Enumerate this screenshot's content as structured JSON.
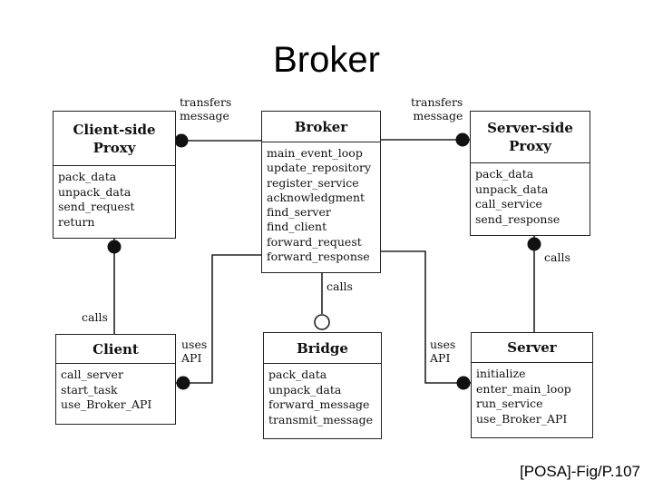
{
  "title": "Broker",
  "caption": "[POSA]-Fig/P.107",
  "classes": {
    "client_proxy": {
      "name_line1": "Client-side",
      "name_line2": "Proxy",
      "methods": [
        "pack_data",
        "unpack_data",
        "send_request",
        "return"
      ]
    },
    "broker": {
      "name": "Broker",
      "methods": [
        "main_event_loop",
        "update_repository",
        "register_service",
        "acknowledgment",
        "find_server",
        "find_client",
        "forward_request",
        "forward_response"
      ]
    },
    "server_proxy": {
      "name_line1": "Server-side",
      "name_line2": "Proxy",
      "methods": [
        "pack_data",
        "unpack_data",
        "call_service",
        "send_response"
      ]
    },
    "client": {
      "name": "Client",
      "methods": [
        "call_server",
        "start_task",
        "use_Broker_API"
      ]
    },
    "bridge": {
      "name": "Bridge",
      "methods": [
        "pack_data",
        "unpack_data",
        "forward_message",
        "transmit_message"
      ]
    },
    "server": {
      "name": "Server",
      "methods": [
        "initialize",
        "enter_main_loop",
        "run_service",
        "use_Broker_API"
      ]
    }
  },
  "relations": {
    "client_proxy_broker": {
      "line1": "transfers",
      "line2": "message"
    },
    "broker_server_proxy": {
      "line1": "transfers",
      "line2": "message"
    },
    "client_client_proxy": "calls",
    "server_server_proxy": "calls",
    "broker_bridge": "calls",
    "client_broker": {
      "line1": "uses",
      "line2": "API"
    },
    "server_broker": {
      "line1": "uses",
      "line2": "API"
    }
  }
}
